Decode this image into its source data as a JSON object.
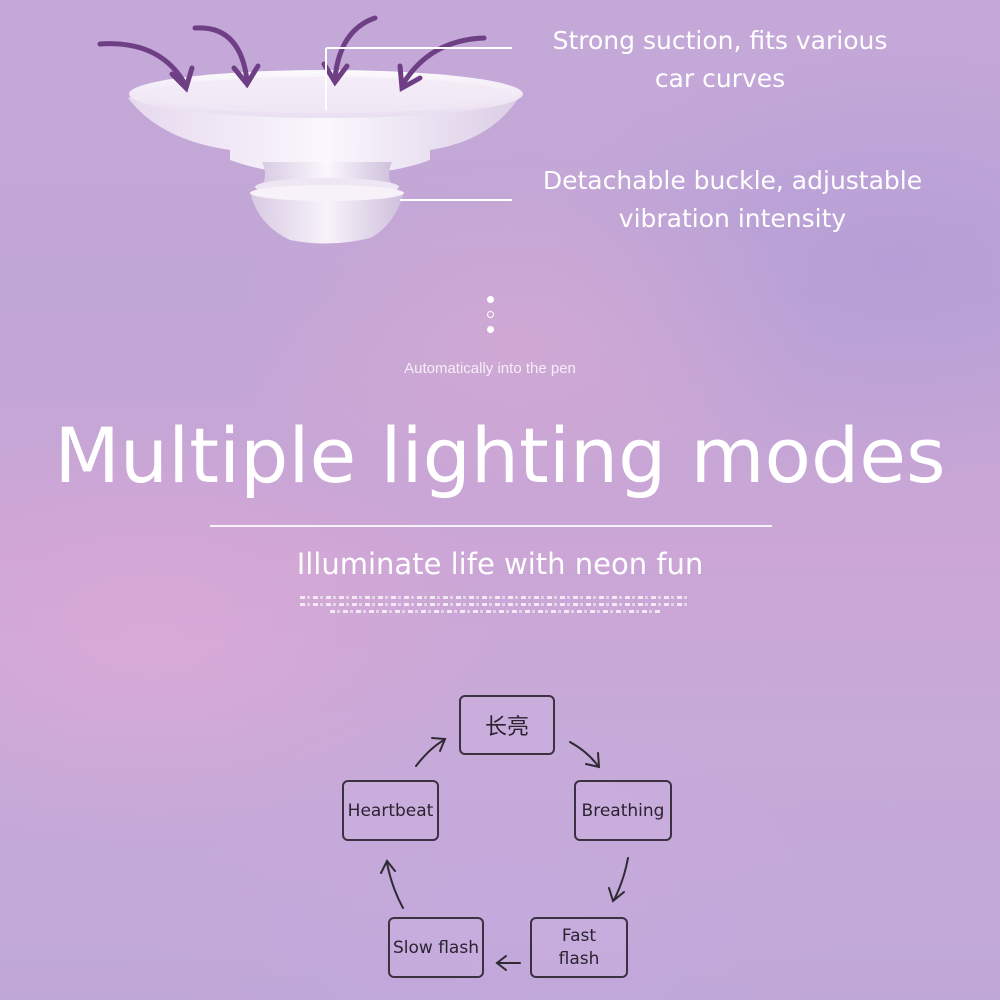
{
  "annotations": {
    "suction": [
      "Strong suction, fits various",
      "car curves"
    ],
    "buckle": [
      "Detachable buckle, adjustable",
      "vibration intensity"
    ]
  },
  "caption": "Automatically into the pen",
  "heading": "Multiple lighting modes",
  "subheading": "Illuminate life with neon fun",
  "modes": {
    "top": "长亮",
    "right": "Breathing",
    "bottom_right": "Fast flash",
    "bottom_left": "Slow flash",
    "left": "Heartbeat"
  },
  "colors": {
    "background": "#c5a8d8",
    "text": "#ffffff",
    "box_border": "#3b3140",
    "arrow_purple": "#7a4a8e"
  },
  "icons": [
    "suction-cup-icon",
    "down-arrow-icon",
    "cycle-arrow-icon"
  ]
}
